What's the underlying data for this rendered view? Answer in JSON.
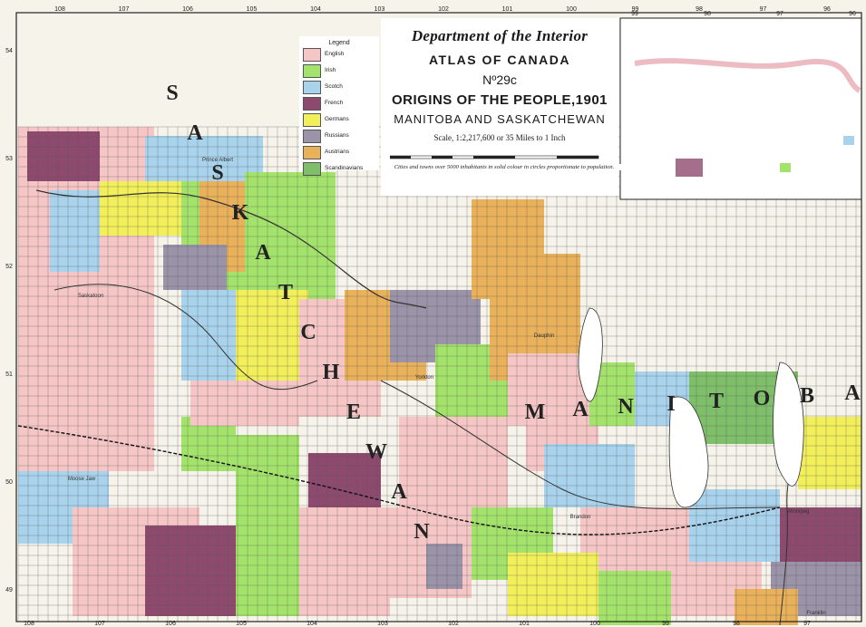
{
  "title": {
    "department": "Department of the Interior",
    "atlas": "ATLAS OF CANADA",
    "number": "Nº29c",
    "subject": "ORIGINS OF THE PEOPLE,1901",
    "provinces": "MANITOBA AND SASKATCHEWAN",
    "scale": "Scale, 1:2,217,600 or 35 Miles to 1 Inch",
    "note": "Cities and towns over 5000 inhabitants in solid colour in circles proportionate to population."
  },
  "legend": {
    "title": "Legend",
    "items": [
      {
        "label": "English",
        "color": "#f6c6c6"
      },
      {
        "label": "Irish",
        "color": "#a3e36b"
      },
      {
        "label": "Scotch",
        "color": "#a9d3ec"
      },
      {
        "label": "French",
        "color": "#8e4a6e"
      },
      {
        "label": "Germans",
        "color": "#f2ef5a"
      },
      {
        "label": "Russians",
        "color": "#9b93a8"
      },
      {
        "label": "Austrians",
        "color": "#e9b15a"
      },
      {
        "label": "Scandinavians",
        "color": "#7fbf6a"
      }
    ]
  },
  "axes": {
    "longitudes_top": [
      "108",
      "107",
      "106",
      "105",
      "104",
      "103",
      "102",
      "101",
      "100",
      "99",
      "98",
      "97",
      "96"
    ],
    "longitudes_bottom": [
      "108",
      "107",
      "106",
      "105",
      "104",
      "103",
      "102",
      "101",
      "100",
      "99",
      "98",
      "97"
    ],
    "latitudes": [
      "54",
      "53",
      "52",
      "51",
      "50",
      "49"
    ],
    "inset_longitudes": [
      "99",
      "98",
      "97",
      "96"
    ]
  },
  "labels": {
    "saskatchewan": [
      "S",
      "A",
      "S",
      "K",
      "A",
      "T",
      "C",
      "H",
      "E",
      "W",
      "A",
      "N"
    ],
    "manitoba": [
      "M",
      "A",
      "N",
      "I",
      "T",
      "O",
      "B",
      "A"
    ],
    "places": [
      "Prince Albert",
      "Saskatoon",
      "Moose Jaw",
      "Brandon",
      "Winnipeg",
      "Dauphin",
      "Yorkton",
      "Franklin"
    ]
  },
  "colors": {
    "grid": "#555555",
    "river": "#333333",
    "water": "#ffffff",
    "background": "#f6f3ea"
  }
}
